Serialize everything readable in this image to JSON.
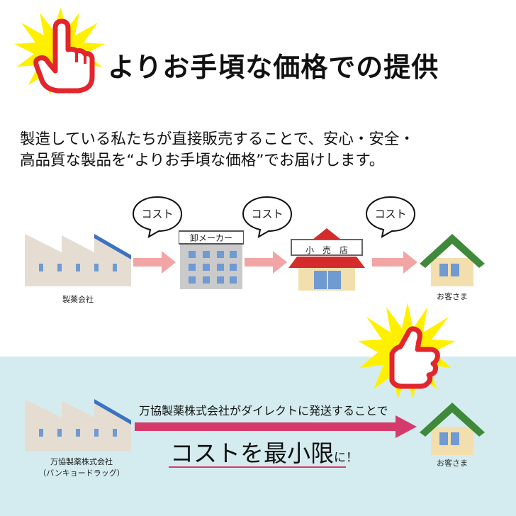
{
  "header": {
    "title": "よりお手頃な価格での提供"
  },
  "intro": {
    "line1": "製造している私たちが直接販売することで、安心・安全・",
    "line2": "高品質な製品を“よりお手頃な価格”でお届けします。"
  },
  "top_flow": {
    "factory_label": "製薬会社",
    "wholesaler_label": "卸メーカー",
    "retailer_label": "小　売　店",
    "customer_label": "お客さま",
    "cost_label": "コスト"
  },
  "bottom_flow": {
    "factory_label_line1": "万協製薬株式会社",
    "factory_label_line2": "（バンキョードラッグ）",
    "direct_text": "万協製薬株式会社がダイレクトに発送することで",
    "cost_main": "コストを最小限",
    "cost_suffix": "に！",
    "customer_label": "お客さま"
  },
  "colors": {
    "arrow_pink": "#f2a5a5",
    "arrow_red": "#d43a6b",
    "hand_red": "#e3252c",
    "burst_yellow": "#fff000",
    "house_green": "#3f8a3a",
    "house_wall": "#f3dfae",
    "window_blue": "#6f9ad2",
    "factory_wall": "#e5ddd2",
    "factory_roof_blue": "#3b72c2",
    "building_gray": "#cacaca",
    "store_roof_red": "#d42c2c",
    "panel_blue": "#d4ecef"
  },
  "icons": [
    "pointing-hand-icon",
    "thumbs-up-icon",
    "factory-icon",
    "office-building-icon",
    "store-icon",
    "house-icon",
    "speech-bubble-icon",
    "arrow-right-icon"
  ]
}
